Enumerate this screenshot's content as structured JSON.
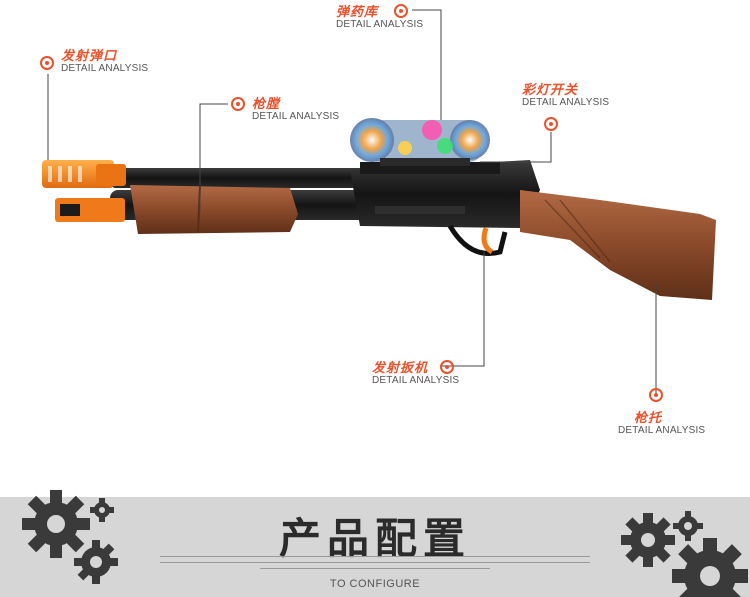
{
  "callouts": {
    "muzzle": {
      "title": "发射弹口",
      "sub": "DETAIL ANALYSIS"
    },
    "magazine": {
      "title": "弹药库",
      "sub": "DETAIL ANALYSIS"
    },
    "chamber": {
      "title": "枪膛",
      "sub": "DETAIL ANALYSIS"
    },
    "light_switch": {
      "title": "彩灯开关",
      "sub": "DETAIL ANALYSIS"
    },
    "trigger": {
      "title": "发射扳机",
      "sub": "DETAIL ANALYSIS"
    },
    "stock": {
      "title": "枪托",
      "sub": "DETAIL ANALYSIS"
    }
  },
  "banner": {
    "title": "产品配置",
    "subtitle": "TO CONFIGURE"
  },
  "colors": {
    "accent": "#e8522c",
    "wood": "#8a4a2a",
    "barrel": "#1c1c1c",
    "orange_part": "#f07a1a",
    "banner_bg": "#d6d6d6",
    "gear": "#3a3a3a"
  },
  "icons": [
    "target-ring-icon",
    "gear-icon"
  ]
}
